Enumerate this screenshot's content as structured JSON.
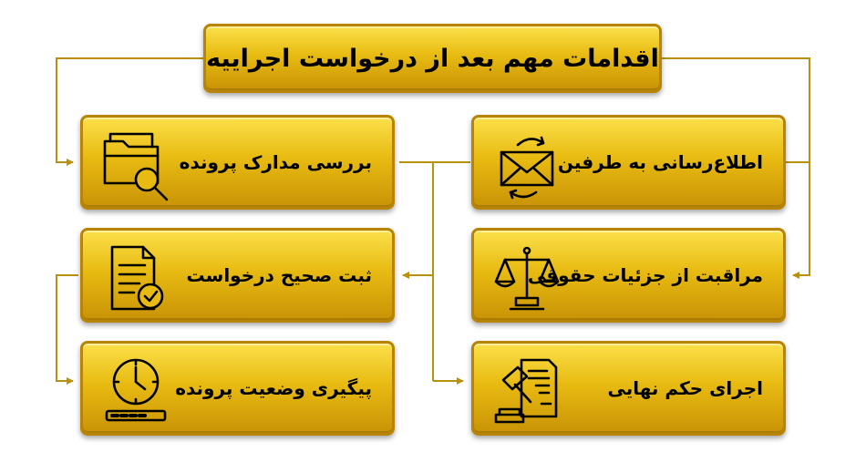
{
  "title": "اقدامات مهم بعد از درخواست اجراییه",
  "right_column": [
    {
      "label": "اطلاع‌رسانی به طرفین",
      "icon": "envelope-sync-icon"
    },
    {
      "label": "مراقبت از جزئیات حقوقی",
      "icon": "scales-of-justice-icon"
    },
    {
      "label": "اجرای حکم نهایی",
      "icon": "gavel-document-icon"
    }
  ],
  "left_column": [
    {
      "label": "بررسی مدارک پرونده",
      "icon": "folder-search-icon"
    },
    {
      "label": "ثبت صحیح درخواست",
      "icon": "document-check-icon"
    },
    {
      "label": "پیگیری وضعیت پرونده",
      "icon": "clock-progress-icon"
    }
  ],
  "colors": {
    "gold_light": "#fbe04a",
    "gold_dark": "#c99306",
    "line": "#b8920f"
  }
}
